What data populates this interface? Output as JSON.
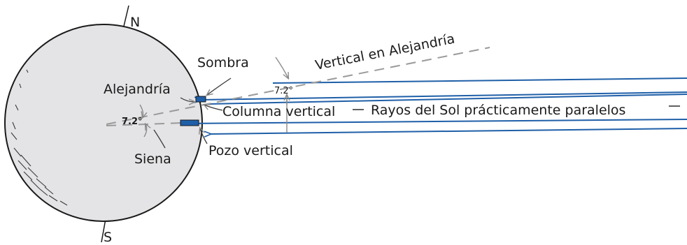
{
  "labels": {
    "north": "N",
    "south": "S",
    "vertical_alejandria": "Vertical en Alejandría",
    "sombra": "Sombra",
    "alejandria": "Alejandría",
    "angle_top": "7.2°",
    "angle_center": "7.2°",
    "columna": "Columna vertical",
    "rayos": "Rayos del Sol prácticamente paralelos",
    "pozo": "Pozo vertical",
    "siena": "Siena"
  },
  "colors": {
    "earth_fill": "#e4e4e6",
    "ray": "#1f5fa8",
    "dashed": "#9a9a9a",
    "ink": "#1a1a1a"
  }
}
